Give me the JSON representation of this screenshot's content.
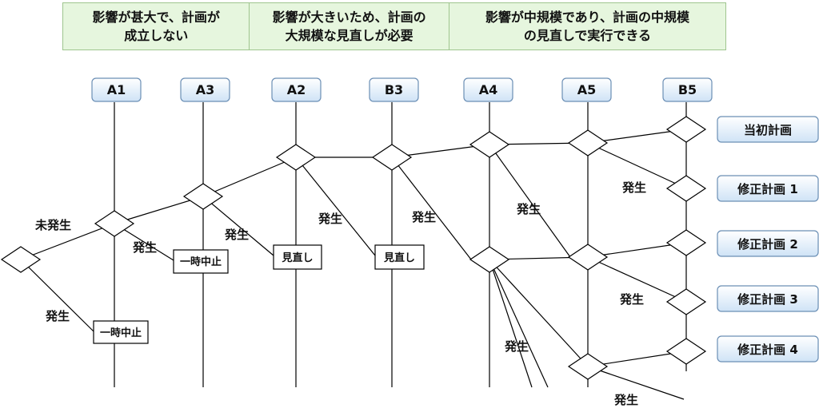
{
  "header": {
    "cells": [
      "影響が甚大で、計画が\n成立しない",
      "影響が大きいため、計画の\n大規模な見直しが必要",
      "影響が中規模であり、計画の中規模\nの見直しで実行できる"
    ]
  },
  "columns": [
    "A1",
    "A3",
    "A2",
    "B3",
    "A4",
    "A5",
    "B5"
  ],
  "plans": [
    "当初計画",
    "修正計画 1",
    "修正計画 2",
    "修正計画 3",
    "修正計画 4"
  ],
  "labels": {
    "not_occurred": "未発生",
    "occurred": "発生",
    "pause": "一時中止",
    "review": "見直し"
  },
  "colors": {
    "header_bg": "#e6f6de",
    "box_gradient_top": "#ffffff",
    "box_gradient_bottom": "#cfe3f6",
    "box_border": "#6b8fb5"
  }
}
